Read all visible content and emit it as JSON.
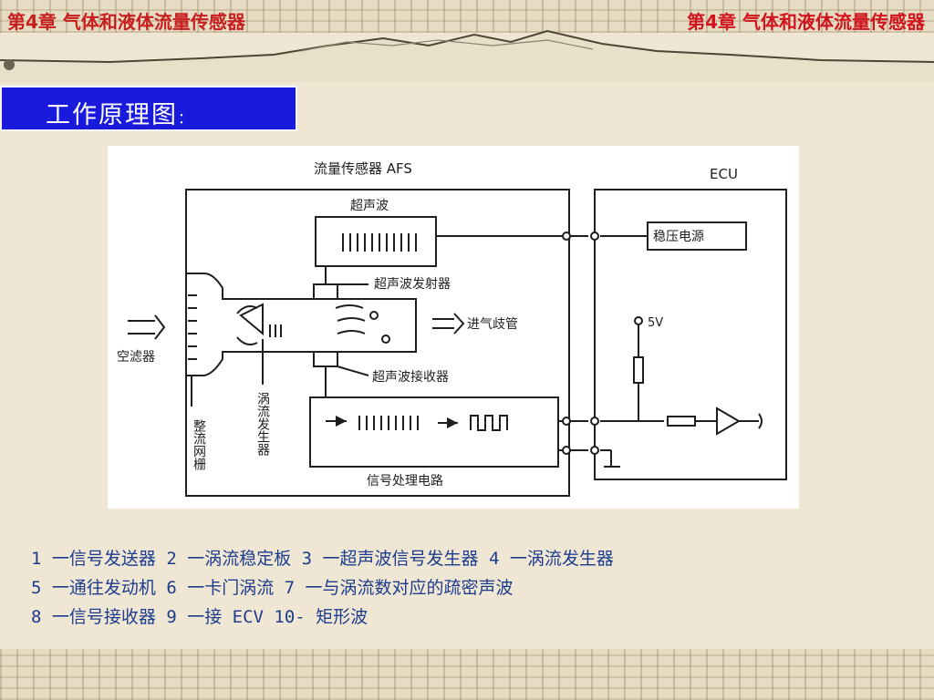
{
  "header": {
    "title_left": "第4章  气体和液体流量传感器",
    "title_right": "第4章  气体和液体流量传感器",
    "accent_color": "#c81e1e"
  },
  "heading": {
    "text": "工作原理图",
    "colon": "：",
    "box_color": "#1a1adc"
  },
  "diagram": {
    "afs_label": "流量传感器 AFS",
    "ecu_label": "ECU",
    "ultrasonic_label": "超声波",
    "transmitter_label": "超声波发射器",
    "receiver_label": "超声波接收器",
    "regulator_label": "稳压电源",
    "voltage_label": "5V",
    "intake_label": "进气歧管",
    "air_filter_label": "空滤器",
    "rectifier_grid_label": "整流网栅",
    "vortex_generator_label": "涡流发生器",
    "signal_circuit_label": "信号处理电路"
  },
  "legend": {
    "line1": "1 一信号发送器 2 一涡流稳定板 3 一超声波信号发生器 4 一涡流发生器",
    "line2": "5 一通往发动机 6 一卡门涡流 7 一与涡流数对应的疏密声波",
    "line3": "8 一信号接收器 9 一接 ECV 10- 矩形波"
  }
}
